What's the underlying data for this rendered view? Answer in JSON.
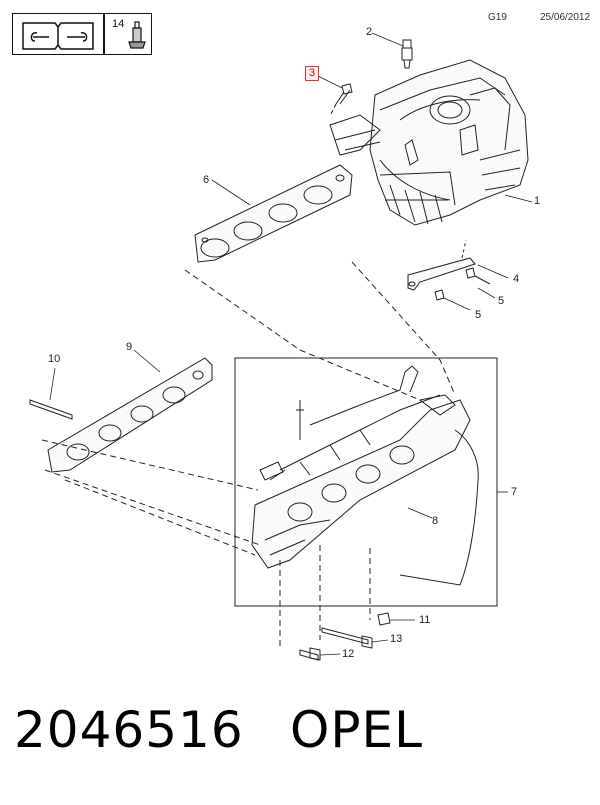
{
  "header": {
    "page_code": "G19",
    "date": "25/06/2012",
    "quantity": "14"
  },
  "callouts": {
    "c1": "1",
    "c2": "2",
    "c3": "3",
    "c4": "4",
    "c5a": "5",
    "c5b": "5",
    "c6": "6",
    "c7": "7",
    "c8": "8",
    "c9": "9",
    "c10": "10",
    "c11": "11",
    "c12": "12",
    "c13": "13"
  },
  "footer": {
    "part_number": "2046516",
    "brand": "OPEL"
  },
  "icons": {
    "manual": "open-manual-wrench-icon",
    "fitting": "fitting-icon"
  },
  "colors": {
    "line": "#222222",
    "highlight": "#d33333"
  }
}
